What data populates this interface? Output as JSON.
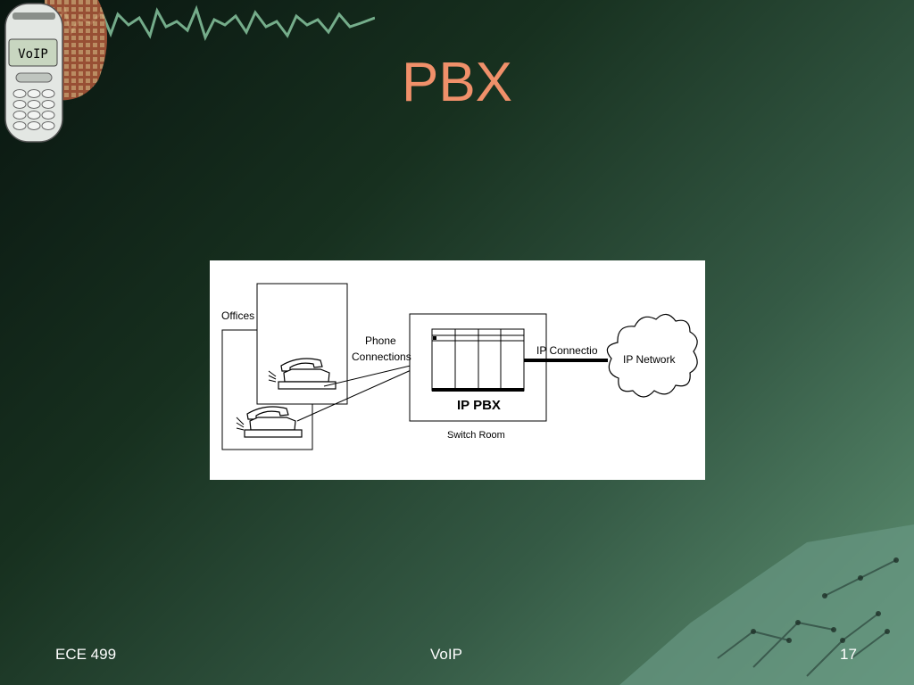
{
  "slide": {
    "title": "PBX",
    "phone_screen": "VoIP"
  },
  "diagram": {
    "offices_label": "Offices",
    "phone_connections_label": [
      "Phone",
      "Connections"
    ],
    "ip_connection_label": "IP Connectio",
    "ip_network_label": "IP Network",
    "ip_pbx_label": "IP PBX",
    "switch_room_label": "Switch Room"
  },
  "footer": {
    "left": "ECE 499",
    "center": "VoIP",
    "right": "17"
  },
  "colors": {
    "title": "#f0906a",
    "footer_text": "#ffffff",
    "background_dark": "#091510",
    "background_light": "#5f9274"
  }
}
